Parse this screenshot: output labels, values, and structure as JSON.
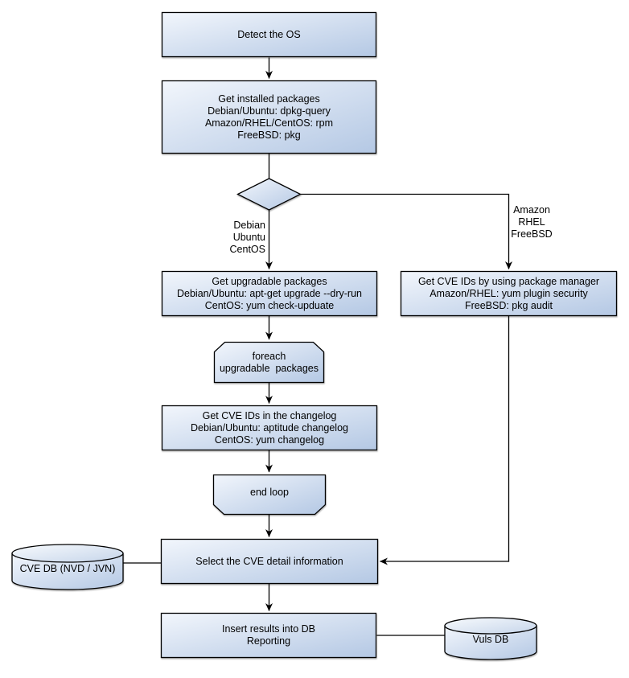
{
  "colors": {
    "shape_gradient_start": "#f2f6fc",
    "shape_gradient_end": "#b4c8e4",
    "shape_border": "#000000",
    "connector": "#000000",
    "background": "#ffffff",
    "text": "#000000"
  },
  "nodes": {
    "detect_os": {
      "type": "process",
      "lines": [
        "Detect the OS"
      ]
    },
    "get_installed_packages": {
      "type": "process",
      "lines": [
        "Get installed packages",
        "Debian/Ubuntu: dpkg-query",
        "Amazon/RHEL/CentOS: rpm",
        "FreeBSD: pkg"
      ]
    },
    "os_decision": {
      "type": "decision",
      "lines": []
    },
    "get_upgradable_packages": {
      "type": "process",
      "lines": [
        "Get upgradable packages",
        "Debian/Ubuntu: apt-get upgrade --dry-run",
        "CentOS: yum check-upduate"
      ]
    },
    "get_cve_ids_package_manager": {
      "type": "process",
      "lines": [
        "Get CVE IDs by using package manager",
        "Amazon/RHEL: yum plugin security",
        "FreeBSD: pkg audit"
      ]
    },
    "foreach_loop_start": {
      "type": "loop-start",
      "lines": [
        "foreach",
        "upgradable  packages"
      ]
    },
    "get_cve_ids_changelog": {
      "type": "process",
      "lines": [
        "Get CVE IDs in the changelog",
        "Debian/Ubuntu: aptitude changelog",
        "CentOS: yum changelog"
      ]
    },
    "end_loop": {
      "type": "loop-end",
      "lines": [
        "end loop"
      ]
    },
    "select_cve_detail": {
      "type": "process",
      "lines": [
        "Select the CVE detail information"
      ]
    },
    "cve_db": {
      "type": "database",
      "lines": [
        "CVE DB (NVD / JVN)"
      ]
    },
    "insert_results": {
      "type": "process",
      "lines": [
        "Insert results into DB",
        "Reporting"
      ]
    },
    "vuls_db": {
      "type": "database",
      "lines": [
        "Vuls DB"
      ]
    }
  },
  "edge_labels": {
    "debian_branch": [
      "Debian",
      "Ubuntu",
      "CentOS"
    ],
    "amazon_branch": [
      "Amazon",
      "RHEL",
      "FreeBSD"
    ]
  }
}
